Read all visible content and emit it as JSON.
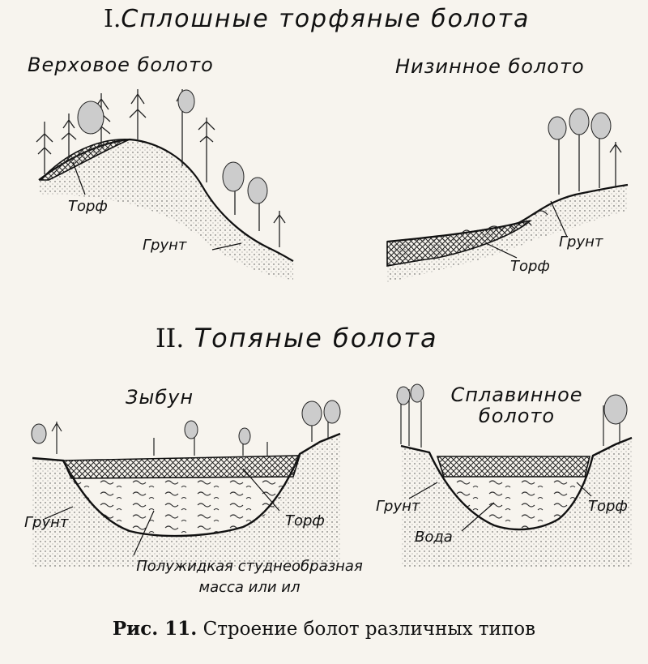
{
  "section1": {
    "numeral": "I.",
    "title": "Сплошные торфяные болота"
  },
  "section2": {
    "numeral": "II.",
    "title": "Топяные болота"
  },
  "panels": {
    "raised_bog": {
      "title": "Верховое болото",
      "peat": "Торф",
      "ground": "Грунт"
    },
    "lowland_bog": {
      "title": "Низинное болото",
      "ground": "Грунт",
      "peat": "Торф"
    },
    "quagmire": {
      "title": "Зыбун",
      "ground": "Грунт",
      "peat": "Торф",
      "mass_line1": "Полужидкая студнеобразная",
      "mass_line2": "масса или ил"
    },
    "floating_bog": {
      "title_line1": "Сплавинное",
      "title_line2": "болото",
      "ground": "Грунт",
      "peat": "Торф",
      "water": "Вода"
    }
  },
  "caption": {
    "prefix": "Рис. 11.",
    "text": "Строение болот различных типов"
  },
  "colors": {
    "ink": "#111111",
    "paper": "#f7f4ee"
  }
}
